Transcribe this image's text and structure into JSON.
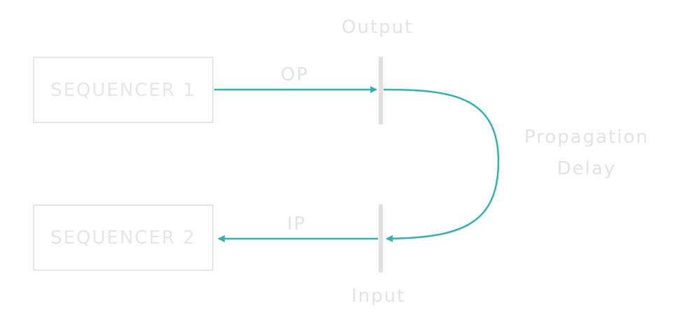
{
  "blocks": {
    "sequencer1": "SEQUENCER 1",
    "sequencer2": "SEQUENCER 2"
  },
  "labels": {
    "output": "Output",
    "input": "Input",
    "op": "OP",
    "ip": "IP",
    "propagation": "Propagation",
    "delay": "Delay"
  },
  "colors": {
    "signal": "#2fb3b0",
    "outline": "#e6e6e6",
    "text": "#e3e3e3"
  }
}
